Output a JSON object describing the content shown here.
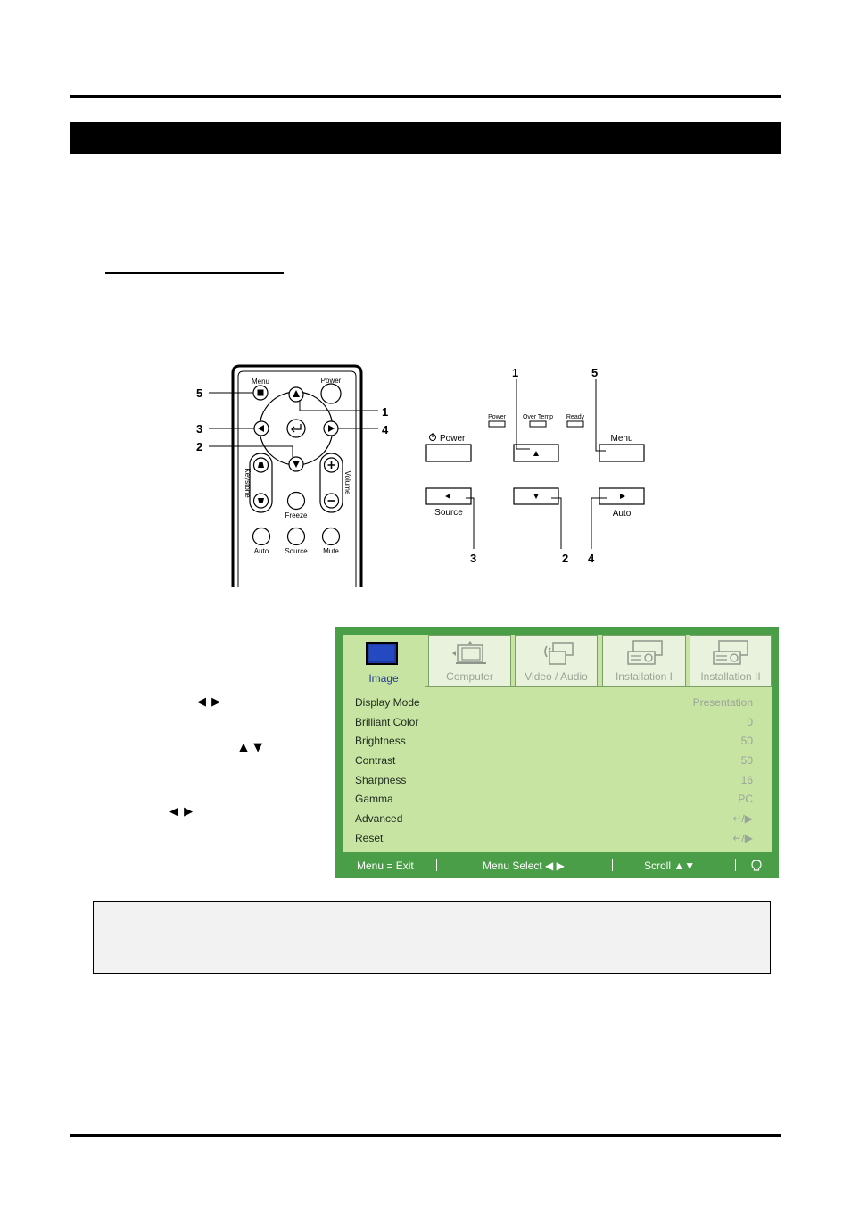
{
  "remote": {
    "labels": {
      "menu": "Menu",
      "power": "Power",
      "keystone": "Keystone",
      "volume": "Volume",
      "freeze": "Freeze",
      "auto": "Auto",
      "source": "Source",
      "mute": "Mute"
    },
    "callouts": [
      "5",
      "1",
      "3",
      "4",
      "2"
    ]
  },
  "control_panel": {
    "leds": [
      "Power",
      "Over Temp",
      "Ready"
    ],
    "buttons": {
      "power": "Power",
      "menu": "Menu",
      "source": "Source",
      "auto": "Auto"
    },
    "callouts": [
      "1",
      "5",
      "3",
      "2",
      "4"
    ]
  },
  "side_text": {
    "arrows_lr_1": "◀ ▶",
    "arrows_ud": "▲ ▼",
    "arrows_lr_2": "◀ ▶"
  },
  "osd": {
    "tabs": [
      "Image",
      "Computer",
      "Video / Audio",
      "Installation I",
      "Installation II"
    ],
    "rows": [
      {
        "label": "Display Mode",
        "value": "Presentation"
      },
      {
        "label": "Brilliant Color",
        "value": "0"
      },
      {
        "label": "Brightness",
        "value": "50"
      },
      {
        "label": "Contrast",
        "value": "50"
      },
      {
        "label": "Sharpness",
        "value": "16"
      },
      {
        "label": "Gamma",
        "value": "PC"
      },
      {
        "label": "Advanced",
        "value": "↵/▶"
      },
      {
        "label": "Reset",
        "value": "↵/▶"
      }
    ],
    "status": {
      "exit": "Menu = Exit",
      "select": "Menu Select ◀ ▶",
      "scroll": "Scroll ▲▼"
    },
    "colors": {
      "frame": "#4b9e48",
      "panel": "#c8e4a3",
      "active_text": "#1f3b99"
    }
  }
}
